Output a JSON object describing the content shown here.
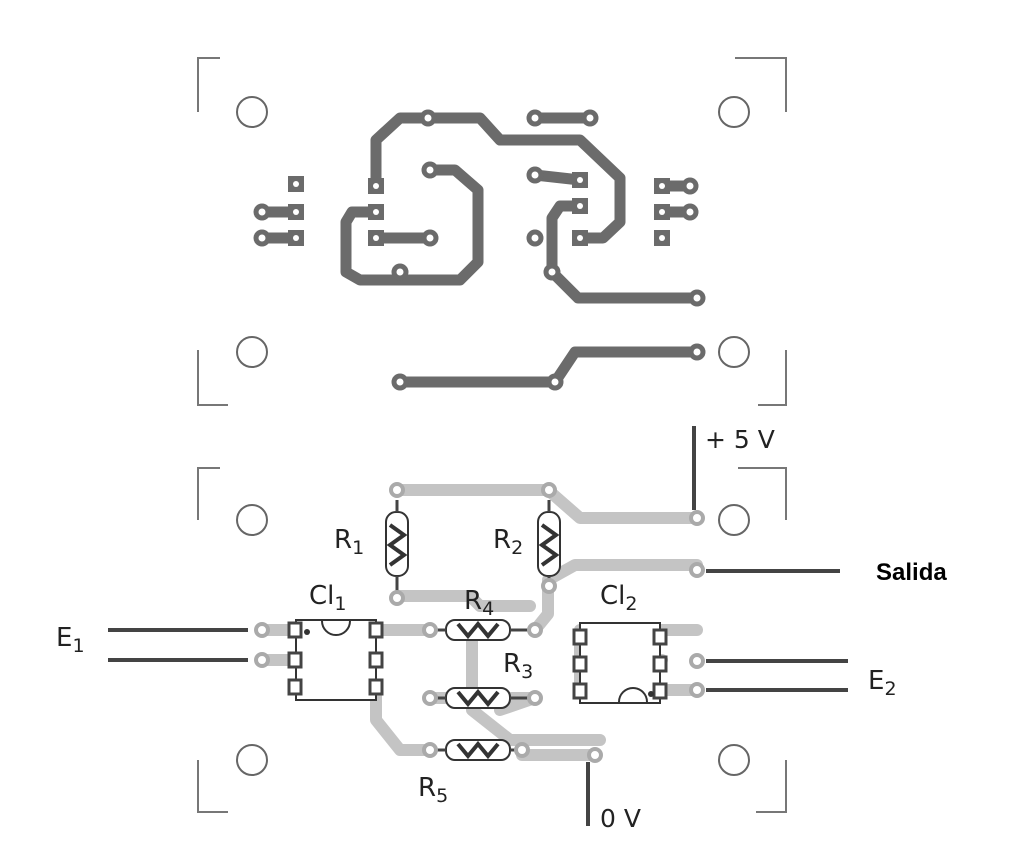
{
  "labels": {
    "r1": {
      "main": "R",
      "sub": "1"
    },
    "r2": {
      "main": "R",
      "sub": "2"
    },
    "r3": {
      "main": "R",
      "sub": "3"
    },
    "r4": {
      "main": "R",
      "sub": "4"
    },
    "r5": {
      "main": "R",
      "sub": "5"
    },
    "ci1": {
      "main": "Cl",
      "sub": "1"
    },
    "ci2": {
      "main": "Cl",
      "sub": "2"
    },
    "e1": {
      "main": "E",
      "sub": "1"
    },
    "e2": {
      "main": "E",
      "sub": "2"
    },
    "plus5v": "+ 5 V",
    "zerov": "0 V",
    "salida": "Salida"
  },
  "colors": {
    "copper": "#6b6b6b",
    "silkscreen": "#c4c4c4",
    "outline": "#555555",
    "wire": "#444444"
  }
}
